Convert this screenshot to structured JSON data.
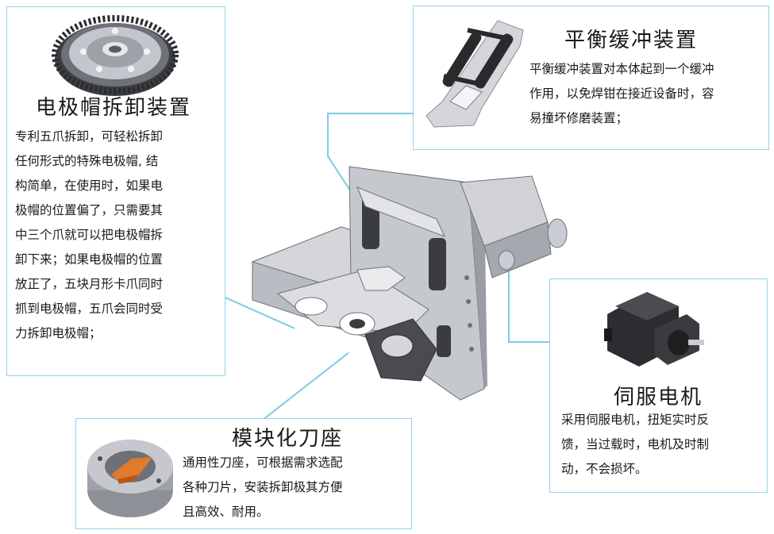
{
  "electrode_cap_remover": {
    "title": "电极帽拆卸装置",
    "lines": [
      "专利五爪拆卸，可轻松拆卸",
      "任何形式的特殊电极帽, 结",
      "构简单，在使用时，如果电",
      "极帽的位置偏了，只需要其",
      "中三个爪就可以把电极帽拆",
      "卸下来；如果电极帽的位置",
      "放正了，五块月形卡爪同时",
      "抓到电极帽，五爪会同时受",
      "力拆卸电极帽；"
    ]
  },
  "balance_buffer": {
    "title": "平衡缓冲装置",
    "lines": [
      "平衡缓冲装置对本体起到一个缓冲",
      "作用，以免焊钳在接近设备时，容",
      "易撞坏修磨装置；"
    ]
  },
  "servo_motor": {
    "title": "伺服电机",
    "lines": [
      "采用伺服电机，扭矩实时反",
      "馈，当过载时，电机及时制",
      "动，不会损坏。"
    ]
  },
  "modular_tool_holder": {
    "title": "模块化刀座",
    "lines": [
      "通用性刀座，可根据需求选配",
      "各种刀片，安装拆卸极其方便",
      "且高效、耐用。"
    ]
  },
  "colors": {
    "border": "#8fd3ea",
    "connector": "#7fcbe5",
    "metal": "#c9ccd2",
    "dark_part": "#2a2a2c",
    "accent_orange": "#e07a2c"
  }
}
